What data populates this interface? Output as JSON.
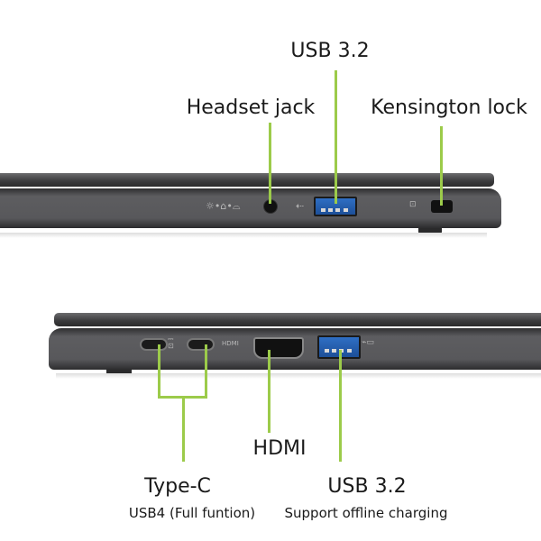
{
  "colors": {
    "callout_line": "#9ccb4a",
    "usb_port": "#2f6fc4",
    "chassis": "#58585b"
  },
  "top_view": {
    "labels": {
      "usb": "USB 3.2",
      "headset": "Headset jack",
      "kensington": "Kensington lock"
    }
  },
  "bottom_view": {
    "labels": {
      "typec": "Type-C",
      "typec_sub": "USB4 (Full funtion)",
      "hdmi": "HDMI",
      "usb": "USB 3.2",
      "usb_sub": "Support offline charging"
    }
  }
}
